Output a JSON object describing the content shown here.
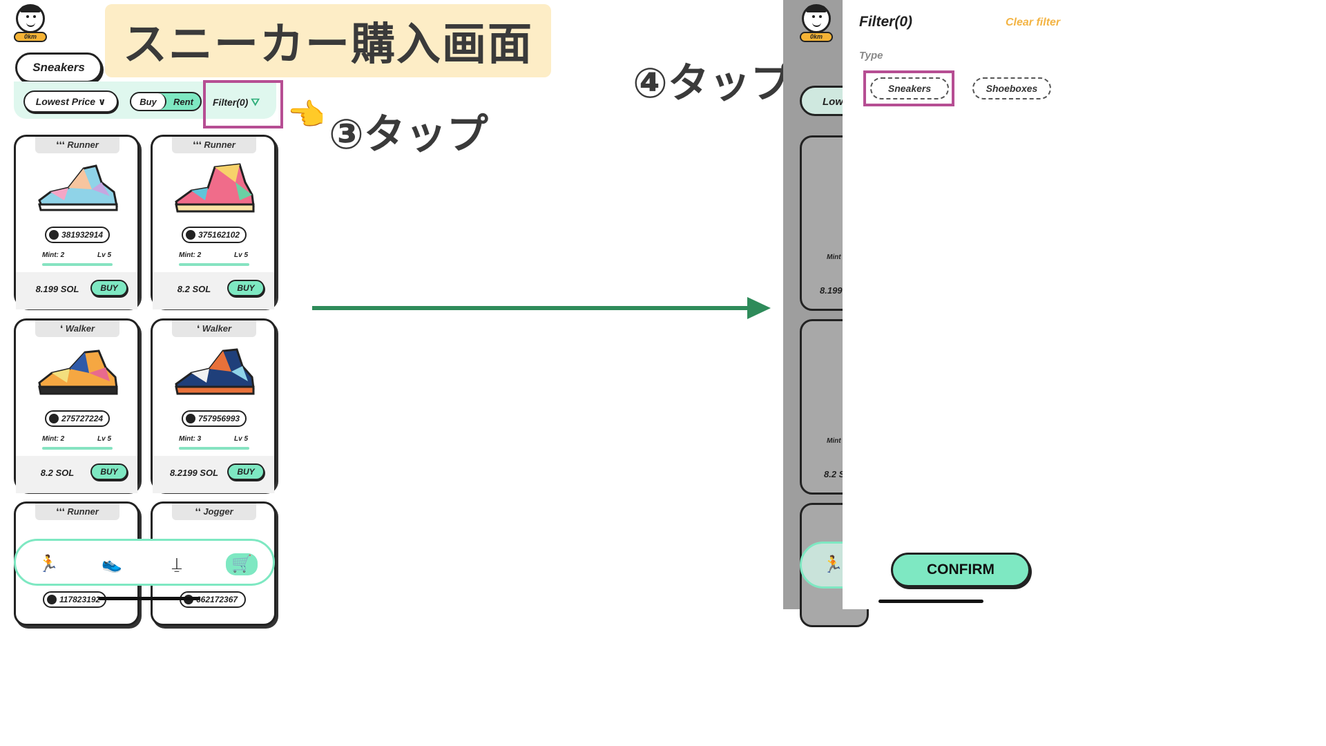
{
  "title": "スニーカー購入画面",
  "annotations": {
    "step3": "③タップ",
    "step4": "④タップ"
  },
  "colors": {
    "accent": "#7ee8c2",
    "highlight": "#b64e93",
    "title_bg": "#fdedc6",
    "arrow": "#2e8b5a",
    "clear_filter": "#f3b444"
  },
  "left_screen": {
    "avatar_km": "0km",
    "category_tab": "Sneakers",
    "sort_label": "Lowest Price ∨",
    "mode_toggle": {
      "buy": "Buy",
      "rent": "Rent"
    },
    "filter_label": "Filter(0)",
    "cards": [
      {
        "type": "Runner",
        "id": "381932914",
        "mint": "Mint: 2",
        "level": "Lv 5",
        "price": "8.199 SOL",
        "buy": "BUY"
      },
      {
        "type": "Runner",
        "id": "375162102",
        "mint": "Mint: 2",
        "level": "Lv 5",
        "price": "8.2 SOL",
        "buy": "BUY"
      },
      {
        "type": "Walker",
        "id": "275727224",
        "mint": "Mint: 2",
        "level": "Lv 5",
        "price": "8.2 SOL",
        "buy": "BUY"
      },
      {
        "type": "Walker",
        "id": "757956993",
        "mint": "Mint: 3",
        "level": "Lv 5",
        "price": "8.2199 SOL",
        "buy": "BUY"
      },
      {
        "type": "Runner",
        "id": "117823192"
      },
      {
        "type": "Jogger",
        "id": "662172367"
      }
    ],
    "nav": [
      "run-icon",
      "sneaker-icon",
      "podium-icon",
      "cart-icon"
    ]
  },
  "right_screen": {
    "avatar_km": "0km",
    "partial_sort": "Low",
    "partial_price_1": "8.199",
    "partial_price_2": "8.2 S",
    "partial_mint_1": "Mint",
    "partial_mint_2": "Mint",
    "panel_title": "Filter(0)",
    "clear_filter": "Clear filter",
    "type_label": "Type",
    "chips": {
      "sneakers": "Sneakers",
      "shoeboxes": "Shoeboxes"
    },
    "confirm": "CONFIRM"
  }
}
